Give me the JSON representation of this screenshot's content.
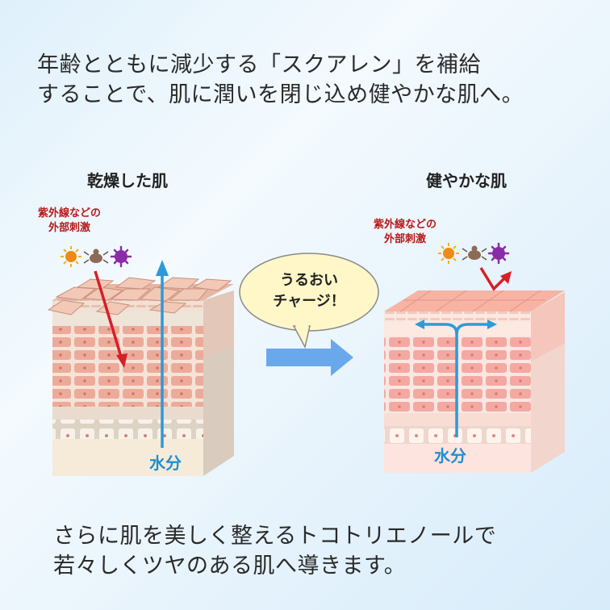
{
  "intro": {
    "line1": "年齢とともに減少する「スクアレン」を補給",
    "line2": "することで、肌に潤いを閉じ込め健やかな肌へ。"
  },
  "panels": {
    "dry": {
      "title": "乾燥した肌",
      "irritant_line1": "紫外線などの",
      "irritant_line2": "外部刺激",
      "water": "水分"
    },
    "healthy": {
      "title": "健やかな肌",
      "irritant_line1": "紫外線などの",
      "irritant_line2": "外部刺激",
      "water": "水分"
    }
  },
  "bubble": {
    "line1": "うるおい",
    "line2": "チャージ！"
  },
  "outro": {
    "line1": "さらに肌を美しく整えるトコトリエノールで",
    "line2": "若々しくツヤのある肌へ導きます。"
  },
  "colors": {
    "water_arrow": "#2c9ad8",
    "irritant_arrow": "#d81f26",
    "transition_arrow": "#6aa8ec",
    "uv_icon": "#f08a14",
    "mite_icon": "#8c6a58",
    "virus_icon": "#8a2ca8"
  },
  "icons": [
    "sun-icon",
    "mite-icon",
    "virus-icon"
  ]
}
